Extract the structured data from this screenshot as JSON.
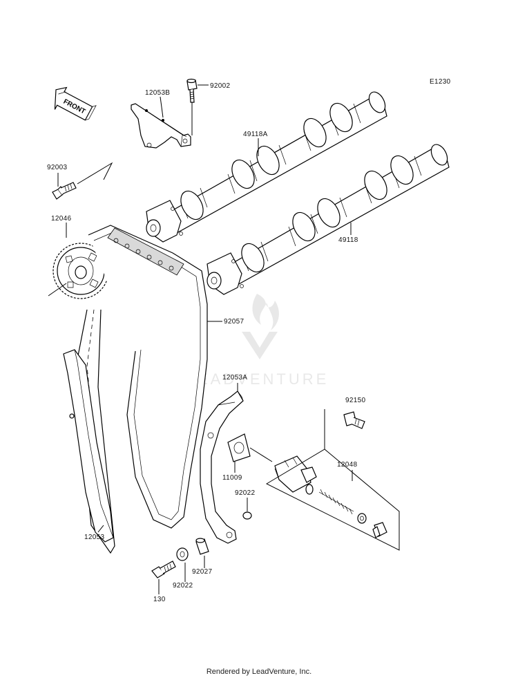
{
  "diagram": {
    "code": "E1230",
    "front_label": "FRONT",
    "footer": "Rendered by LeadVenture, Inc.",
    "watermark": "LEADVENTURE",
    "labels": {
      "p12053B": "12053B",
      "p92002": "92002",
      "p92003": "92003",
      "p49118A": "49118A",
      "p12046_top": "12046",
      "p49118": "49118",
      "p92057": "92057",
      "p12046_bottom": "12046",
      "p12053A": "12053A",
      "p92150": "92150",
      "p12048": "12048",
      "p11009": "11009",
      "p92022_upper": "92022",
      "p12053": "12053",
      "p92027": "92027",
      "p92022_lower": "92022",
      "p130": "130"
    }
  }
}
